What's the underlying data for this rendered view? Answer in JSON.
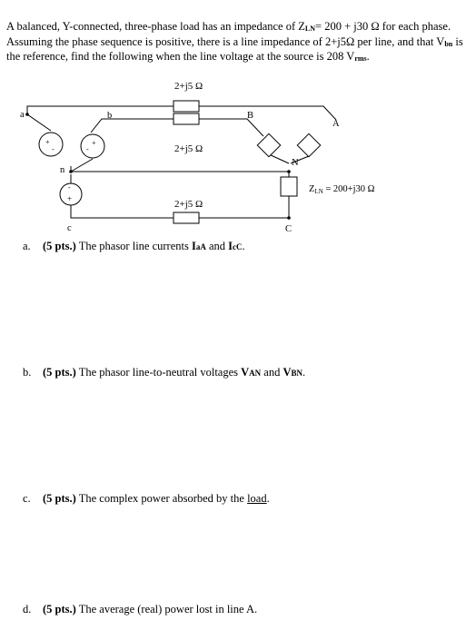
{
  "problem": {
    "t1": "A balanced, Y-connected, three-phase load has an impedance of Z",
    "t1_sub": "LN",
    "t2": "= 200 + j30 Ω for each phase.  Assuming the phase sequence is positive, there is a line impedance of 2+j5Ω per line, and that V",
    "t2_sub": "bn",
    "t3": " is the reference, find the following when the line voltage at the source is 208 V",
    "t3_sub": "rms",
    "t4": "."
  },
  "circuit": {
    "line_impedance_top": "2+j5 Ω",
    "line_impedance_mid": "2+j5 Ω",
    "line_impedance_bot": "2+j5 Ω",
    "node_a": "a",
    "node_b": "b",
    "node_n": "n",
    "node_c": "c",
    "node_A": "A",
    "node_B": "B",
    "node_N": "N",
    "node_C": "C",
    "load_label": "Z",
    "load_label_sub": "LN",
    "load_value": " = 200+j30 Ω"
  },
  "questions": [
    {
      "letter": "a.",
      "pts": "(5 pts.)",
      "pre": " The phasor line currents ",
      "v1": "I",
      "v1s": "aA",
      "mid": " and ",
      "v2": "I",
      "v2s": "cC",
      "end": "."
    },
    {
      "letter": "b.",
      "pts": "(5 pts.)",
      "pre": " The phasor line-to-neutral voltages ",
      "v1": "V",
      "v1s": "AN",
      "mid": " and ",
      "v2": "V",
      "v2s": "BN",
      "end": "."
    },
    {
      "letter": "c.",
      "pts": "(5 pts.)",
      "pre": " The complex power absorbed by the ",
      "ul": "load",
      "end": "."
    },
    {
      "letter": "d.",
      "pts": "(5 pts.)",
      "pre": " The average (real) power lost in line A."
    }
  ]
}
